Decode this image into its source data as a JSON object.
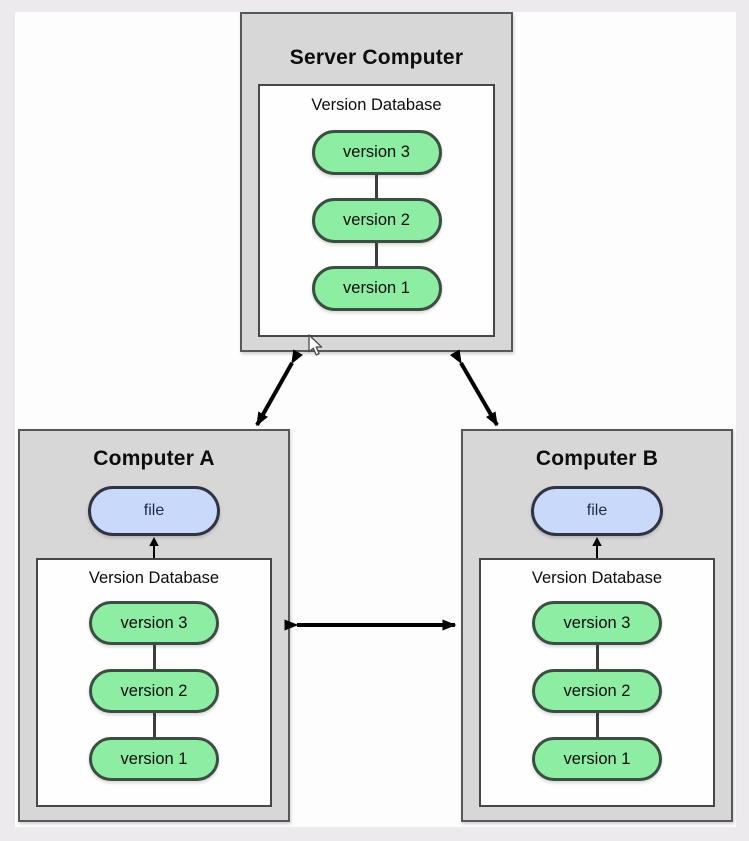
{
  "colors": {
    "page_bg": "#eceaed",
    "slide_bg": "#fdfdfe",
    "panel_bg": "#d7d7d8",
    "panel_border": "#57585a",
    "inner_bg": "#fefefe",
    "inner_border": "#474747",
    "green_fill": "#8deda3",
    "green_border": "#3a4f41",
    "blue_fill": "#c9d9fa",
    "blue_border": "#2f3343",
    "arrow_color": "#000000",
    "label_text": "#0d0d0d",
    "file_text": "#1c2b4a"
  },
  "server": {
    "title": "Server Computer",
    "database": {
      "label": "Version Database",
      "versions": [
        "version 3",
        "version 2",
        "version 1"
      ]
    }
  },
  "computer_a": {
    "title": "Computer A",
    "file": "file",
    "database": {
      "label": "Version Database",
      "versions": [
        "version 3",
        "version 2",
        "version 1"
      ]
    }
  },
  "computer_b": {
    "title": "Computer B",
    "file": "file",
    "database": {
      "label": "Version Database",
      "versions": [
        "version 3",
        "version 2",
        "version 1"
      ]
    }
  },
  "icons": {
    "cursor": "mouse-arrow-pointer"
  }
}
